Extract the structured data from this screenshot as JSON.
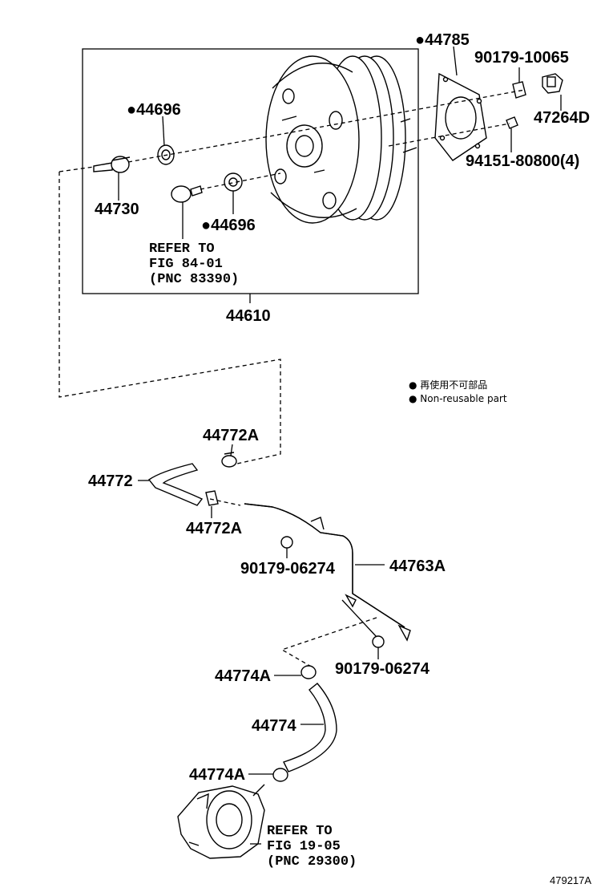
{
  "labels": {
    "p44785": "●44785",
    "p90179_10065": "90179-10065",
    "p47264D": "47264D",
    "p94151": "94151-80800(4)",
    "p44696_top": "●44696",
    "p44696_bottom": "●44696",
    "p44730": "44730",
    "ref1_l1": "REFER TO",
    "ref1_l2": "FIG 84-01",
    "ref1_l3": "(PNC 83390)",
    "p44610": "44610",
    "p44772A_top": "44772A",
    "p44772": "44772",
    "p44772A_bottom": "44772A",
    "p90179_06274_a": "90179-06274",
    "p44763A": "44763A",
    "p90179_06274_b": "90179-06274",
    "p44774A_top": "44774A",
    "p44774": "44774",
    "p44774A_bottom": "44774A",
    "ref2_l1": "REFER TO",
    "ref2_l2": "FIG 19-05",
    "ref2_l3": "(PNC 29300)",
    "figure_id": "479217A"
  },
  "legend": {
    "line1": "● 再使用不可部品",
    "line2": "● Non-reusable part"
  }
}
